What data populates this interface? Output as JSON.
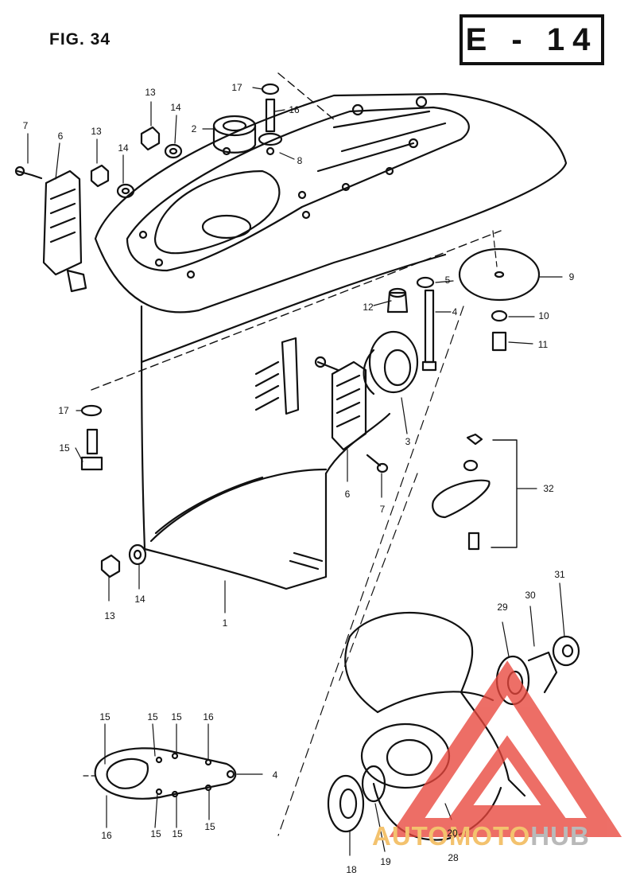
{
  "figure": {
    "label": "FIG. 34",
    "section_code": "E - 14"
  },
  "callouts": {
    "c1": "1",
    "c2": "2",
    "c3": "3",
    "c4a": "4",
    "c4b": "4",
    "c5": "5",
    "c6a": "6",
    "c6b": "6",
    "c7a": "7",
    "c7b": "7",
    "c8": "8",
    "c9": "9",
    "c10": "10",
    "c11": "11",
    "c12": "12",
    "c13a": "13",
    "c13b": "13",
    "c13c": "13",
    "c14a": "14",
    "c14b": "14",
    "c14c": "14",
    "c15a": "15",
    "c15b": "15",
    "c15c": "15",
    "c15d": "15",
    "c15e": "15",
    "c15f": "15",
    "c15g": "15",
    "c16a": "16",
    "c16b": "16",
    "c16c": "16",
    "c17a": "17",
    "c17b": "17",
    "c18": "18",
    "c19": "19",
    "c20": "20",
    "c28": "28",
    "c29": "29",
    "c30": "30",
    "c31": "31",
    "c32": "32"
  },
  "watermark": {
    "brand_part1": "AUTOMOTO",
    "brand_part2": "HUB",
    "color_primary": "#e8463c",
    "color_accent": "#f3c26e",
    "color_gray": "#b9b9b9"
  }
}
